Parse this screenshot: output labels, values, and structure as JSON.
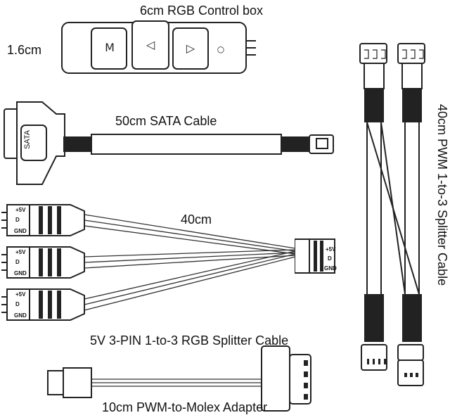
{
  "labels": {
    "control_box": "6cm  RGB Control box",
    "height": "1.6cm",
    "sata_cable": "50cm   SATA Cable",
    "sata_text": "SATA",
    "length_40": "40cm",
    "rgb_splitter": "5V 3-PIN 1-to-3 RGB Splitter Cable",
    "molex_adapter": "10cm  PWM-to-Molex Adapter",
    "pwm_splitter": "40cm   PWM 1-to-3 Splitter Cable"
  },
  "control_box_buttons": [
    "M",
    "◁",
    "▷",
    "○"
  ],
  "rgb_pins": [
    "+5V",
    "D",
    "GND"
  ]
}
